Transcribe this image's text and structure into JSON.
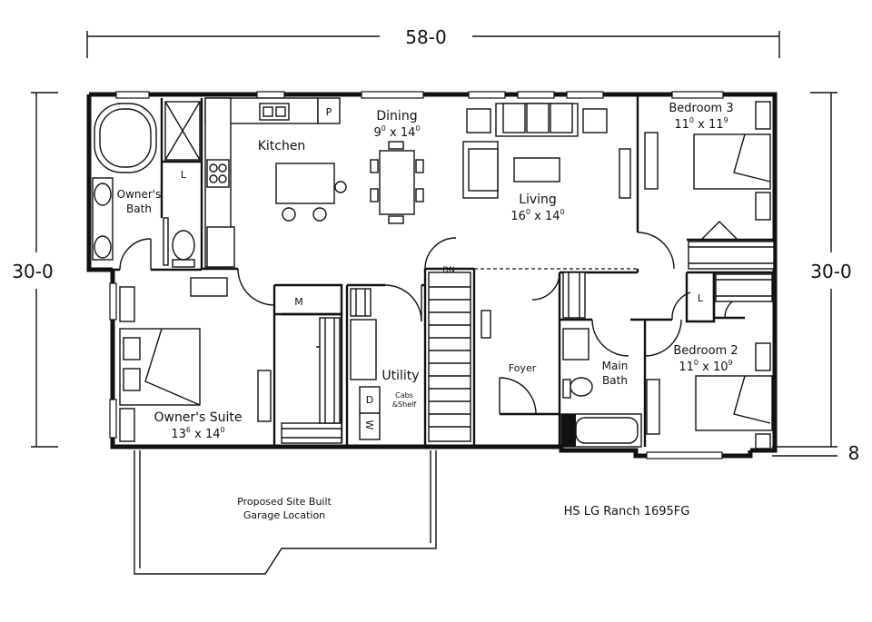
{
  "dimensions": {
    "width": "58-0",
    "left_depth": "30-0",
    "right_depth": "30-0",
    "offset": "8"
  },
  "rooms": {
    "kitchen": {
      "name": "Kitchen"
    },
    "dining": {
      "name": "Dining",
      "size_a": "9",
      "sup_a": "0",
      "size_b": " x 14",
      "sup_b": "0"
    },
    "living": {
      "name": "Living",
      "size_a": "16",
      "sup_a": "0",
      "size_b": " x 14",
      "sup_b": "0"
    },
    "bedroom3": {
      "name": "Bedroom 3",
      "size_a": "11",
      "sup_a": "0",
      "size_b": " x 11",
      "sup_b": "9"
    },
    "bedroom2": {
      "name": "Bedroom 2",
      "size_a": "11",
      "sup_a": "0",
      "size_b": " x 10",
      "sup_b": "9"
    },
    "owners_bath": {
      "line1": "Owner's",
      "line2": "Bath"
    },
    "owners_suite": {
      "name": "Owner's Suite",
      "size_a": "13",
      "sup_a": "6",
      "size_b": " x 14",
      "sup_b": "0"
    },
    "utility": {
      "name": "Utility",
      "note1": "Cabs",
      "note2": "&Shelf"
    },
    "foyer": {
      "name": "Foyer"
    },
    "main_bath": {
      "line1": "Main",
      "line2": "Bath"
    }
  },
  "fixtures": {
    "pantry": "P",
    "linen_owner": "L",
    "linen_bed3": "L",
    "mech": "M",
    "dryer": "D",
    "washer": "W",
    "stairs_down": "DN"
  },
  "garage": {
    "line1": "Proposed Site Built",
    "line2": "Garage Location"
  },
  "model_name": "HS LG Ranch 1695FG"
}
